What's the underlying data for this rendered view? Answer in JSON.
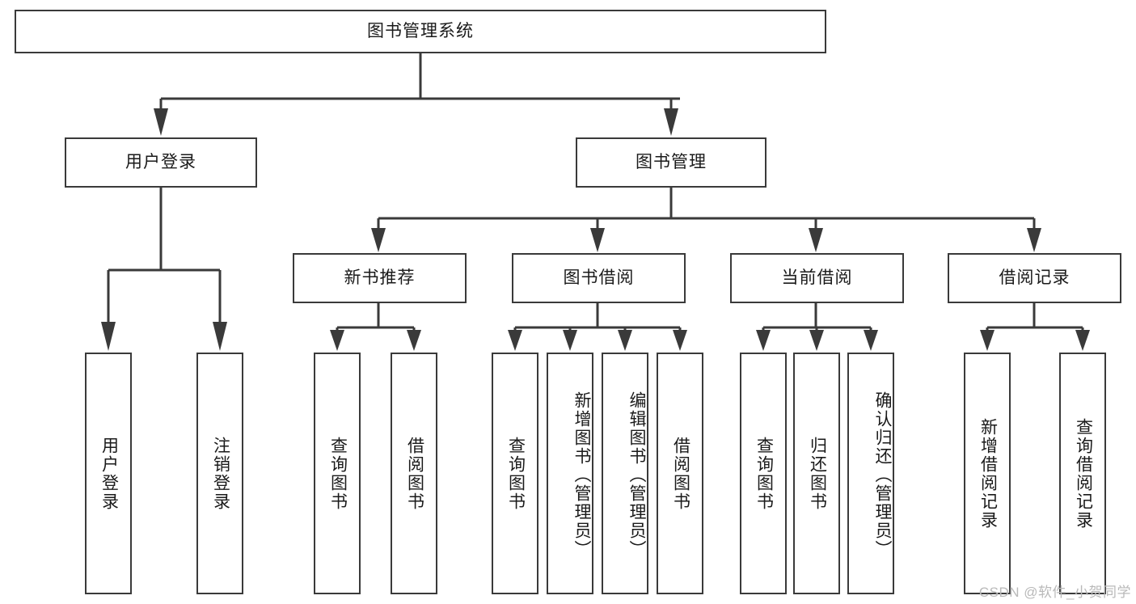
{
  "diagram": {
    "title": "图书管理系统",
    "type": "tree-hierarchy-chart",
    "colors": {
      "box_border": "#3a3a3a",
      "box_fill": "#ffffff",
      "connector": "#3a3a3a",
      "text": "#1a1a1a",
      "watermark": "#b9b9b9",
      "background": "#ffffff"
    },
    "root": {
      "label": "图书管理系统"
    },
    "level1": [
      {
        "label": "用户登录"
      },
      {
        "label": "图书管理"
      }
    ],
    "level2": [
      {
        "label": "新书推荐"
      },
      {
        "label": "图书借阅"
      },
      {
        "label": "当前借阅"
      },
      {
        "label": "借阅记录"
      }
    ],
    "leaves": {
      "user_login": [
        {
          "label": "用户登录"
        },
        {
          "label": "注销登录"
        }
      ],
      "new_book": [
        {
          "label": "查询图书"
        },
        {
          "label": "借阅图书"
        }
      ],
      "book_borrow": [
        {
          "label": "查询图书"
        },
        {
          "label": "新增图书（管理员）"
        },
        {
          "label": "编辑图书（管理员）"
        },
        {
          "label": "借阅图书"
        }
      ],
      "current_borrow": [
        {
          "label": "查询图书"
        },
        {
          "label": "归还图书"
        },
        {
          "label": "确认归还（管理员）"
        }
      ],
      "borrow_record": [
        {
          "label": "新增借阅记录"
        },
        {
          "label": "查询借阅记录"
        }
      ]
    }
  },
  "watermark": {
    "text": "CSDN @软件_小贺同学"
  }
}
